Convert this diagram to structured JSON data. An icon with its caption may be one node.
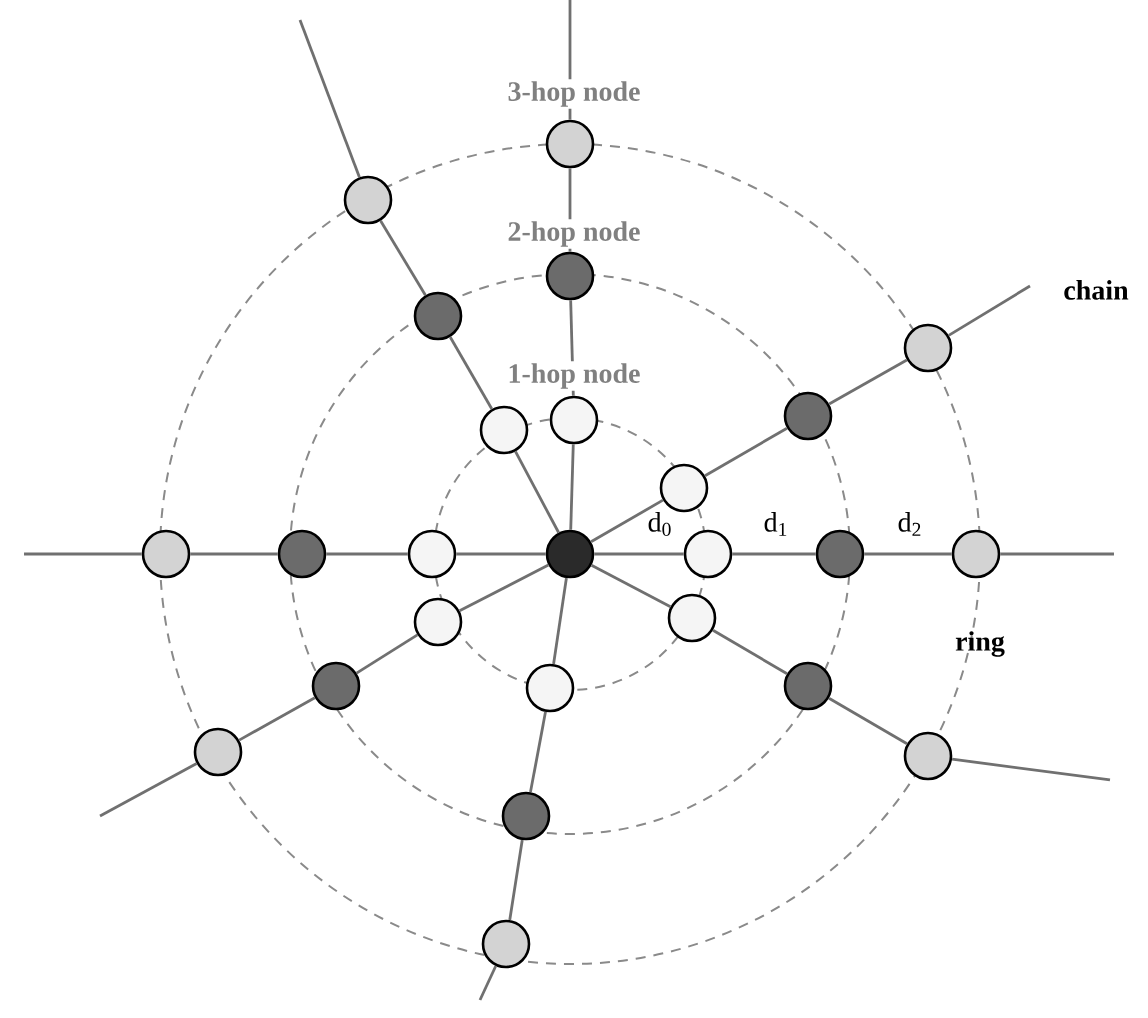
{
  "diagram": {
    "nodes": [
      {
        "text": [],
        "shape": "circle"
      },
      {
        "text": [],
        "shape": "circle"
      },
      {
        "text": [],
        "shape": "circle"
      },
      {
        "text": [],
        "shape": "circle"
      },
      {
        "text": [],
        "shape": "circle"
      },
      {
        "text": [],
        "shape": "circle"
      },
      {
        "text": [],
        "shape": "circle"
      },
      {
        "text": [],
        "shape": "circle"
      },
      {
        "text": [],
        "shape": "circle"
      },
      {
        "text": [],
        "shape": "circle"
      },
      {
        "text": [],
        "shape": "circle"
      },
      {
        "text": [],
        "shape": "circle"
      },
      {
        "text": [],
        "shape": "circle"
      },
      {
        "text": [],
        "shape": "circle"
      },
      {
        "text": [],
        "shape": "circle"
      },
      {
        "text": [],
        "shape": "circle"
      },
      {
        "text": [],
        "shape": "circle"
      },
      {
        "text": [],
        "shape": "circle"
      },
      {
        "text": [],
        "shape": "circle"
      },
      {
        "text": [],
        "shape": "circle"
      },
      {
        "text": [],
        "shape": "circle"
      },
      {
        "text": [],
        "shape": "circle"
      },
      {
        "text": [],
        "shape": "circle"
      },
      {
        "text": [],
        "shape": "circle"
      },
      {
        "text": [],
        "shape": "circle"
      }
    ],
    "edges": [
      {
        "from": 0,
        "to": 1,
        "arrow": "none"
      },
      {
        "from": 1,
        "to": 2,
        "arrow": "none"
      },
      {
        "from": 2,
        "to": 3,
        "arrow": "none"
      },
      {
        "from": 3,
        "to": null,
        "arrow": "none"
      },
      {
        "from": 0,
        "to": 4,
        "arrow": "none"
      },
      {
        "from": 4,
        "to": 5,
        "arrow": "none"
      },
      {
        "from": 5,
        "to": 6,
        "arrow": "none"
      },
      {
        "from": 6,
        "to": null,
        "arrow": "none"
      },
      {
        "from": 0,
        "to": 7,
        "arrow": "none"
      },
      {
        "from": 7,
        "to": 8,
        "arrow": "none"
      },
      {
        "from": 8,
        "to": 9,
        "arrow": "none"
      },
      {
        "from": 9,
        "to": null,
        "arrow": "none"
      },
      {
        "from": 0,
        "to": 10,
        "arrow": "none"
      },
      {
        "from": 10,
        "to": 11,
        "arrow": "none"
      },
      {
        "from": 11,
        "to": 12,
        "arrow": "none"
      },
      {
        "from": 12,
        "to": null,
        "arrow": "none"
      },
      {
        "from": 0,
        "to": 13,
        "arrow": "none"
      },
      {
        "from": 13,
        "to": 14,
        "arrow": "none"
      },
      {
        "from": 14,
        "to": 15,
        "arrow": "none"
      },
      {
        "from": 15,
        "to": null,
        "arrow": "none"
      },
      {
        "from": 0,
        "to": 16,
        "arrow": "none"
      },
      {
        "from": 16,
        "to": 17,
        "arrow": "none"
      },
      {
        "from": 17,
        "to": 18,
        "arrow": "none"
      },
      {
        "from": 18,
        "to": null,
        "arrow": "none"
      },
      {
        "from": 0,
        "to": 19,
        "arrow": "none"
      },
      {
        "from": 19,
        "to": 20,
        "arrow": "none"
      },
      {
        "from": 20,
        "to": 21,
        "arrow": "none"
      },
      {
        "from": 21,
        "to": null,
        "arrow": "none"
      },
      {
        "from": 0,
        "to": 22,
        "arrow": "none"
      },
      {
        "from": 22,
        "to": 23,
        "arrow": "none"
      },
      {
        "from": 23,
        "to": 24,
        "arrow": "none"
      },
      {
        "from": 24,
        "to": null,
        "arrow": "none"
      }
    ],
    "labels": [
      "3-hop node",
      "2-hop node",
      "1-hop node",
      "chain",
      "d$_{0}$",
      "d$_{1}$",
      "d$_{2}$",
      "ring"
    ]
  }
}
